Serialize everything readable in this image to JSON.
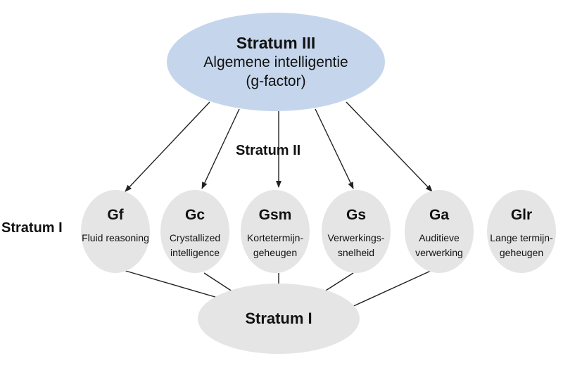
{
  "top_node": {
    "title": "Stratum III",
    "line1": "Algemene intelligentie",
    "line2": "(g-factor)"
  },
  "stratum_ii_label": "Stratum II",
  "stratum_i_side_label": "Stratum I",
  "abilities": [
    {
      "code": "Gf",
      "name": "Fluid reasoning"
    },
    {
      "code": "Gc",
      "name": "Crystallized intelligence"
    },
    {
      "code": "Gsm",
      "name": "Kortetermijn-geheugen"
    },
    {
      "code": "Gs",
      "name": "Verwerkings-snelheid"
    },
    {
      "code": "Ga",
      "name": "Auditieve verwerking"
    },
    {
      "code": "Glr",
      "name": "Lange termijn-geheugen"
    }
  ],
  "bottom_node": {
    "title": "Stratum I"
  },
  "colors": {
    "top_node_fill": "#c5d6ec",
    "node_fill": "#e5e5e5",
    "line": "#222222"
  }
}
